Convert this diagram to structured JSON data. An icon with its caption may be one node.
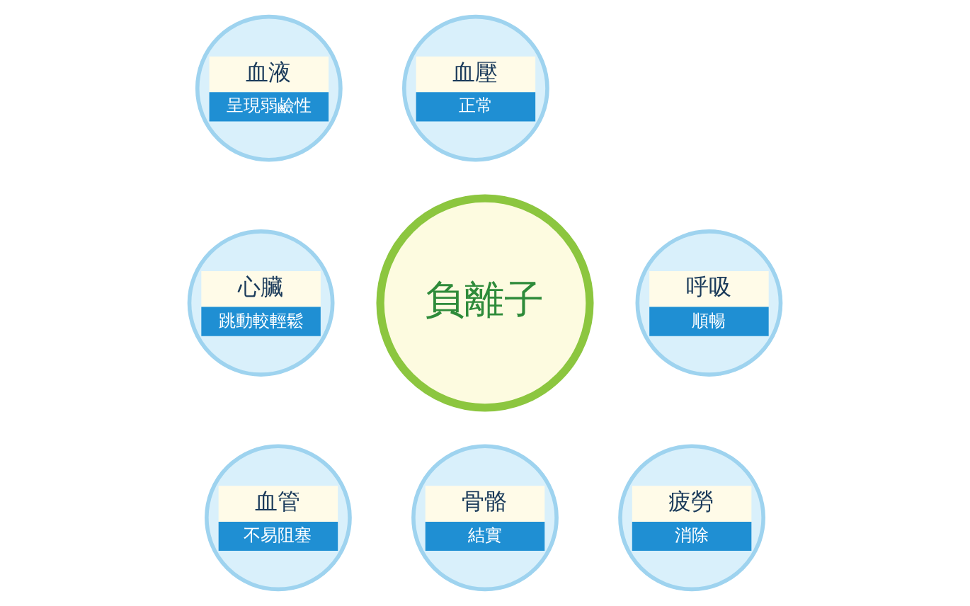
{
  "diagram": {
    "nodes": [
      {
        "text": [
          "負離子"
        ]
      },
      {
        "text": [
          "血液",
          "呈現弱鹼性"
        ]
      },
      {
        "text": [
          "血壓",
          "正常"
        ]
      },
      {
        "text": [
          "呼吸",
          "順暢"
        ]
      },
      {
        "text": [
          "心臟",
          "跳動較輕鬆"
        ]
      },
      {
        "text": [
          "疲勞",
          "消除"
        ]
      },
      {
        "text": [
          "血管",
          "不易阻塞"
        ]
      },
      {
        "text": [
          "骨骼",
          "結實"
        ]
      }
    ]
  }
}
